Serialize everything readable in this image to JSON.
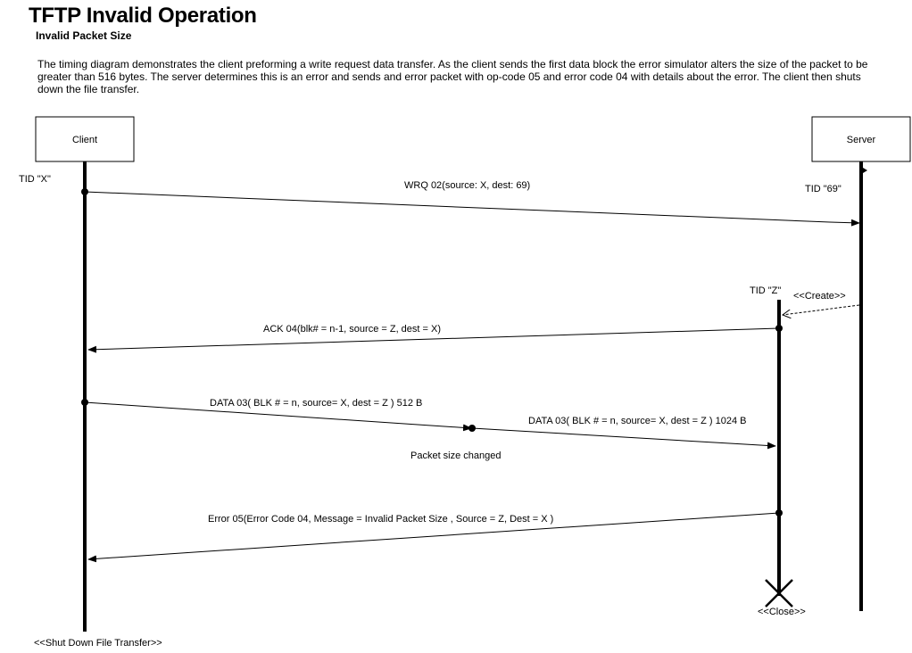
{
  "title": "TFTP Invalid Operation",
  "subtitle": "Invalid Packet Size",
  "description": "The timing diagram demonstrates the client preforming a write request data transfer.   As the client sends the first data block the error simulator alters the size of the packet to be greater than 516 bytes.  The server determines this is an error and sends and error packet with op-code 05 and error code 04 with details about the error. The client then shuts down the file transfer.",
  "participants": {
    "client": "Client",
    "server": "Server"
  },
  "tids": {
    "client": "TID \"X\"",
    "server": "TID \"69\"",
    "server_thread": "TID \"Z\""
  },
  "messages": {
    "wrq": "WRQ 02(source: X, dest: 69)",
    "create": "<<Create>>",
    "ack": "ACK 04(blk# = n-1, source = Z, dest = X)",
    "data_sent": "DATA 03( BLK # = n, source= X, dest = Z )   512 B",
    "data_altered": "DATA 03( BLK # = n, source= X, dest = Z )   1024 B",
    "packet_changed": "Packet size changed",
    "error": "Error 05(Error Code 04, Message = Invalid Packet Size  , Source = Z, Dest = X )",
    "close": "<<Close>>",
    "shutdown": "<<Shut Down File Transfer>>"
  }
}
